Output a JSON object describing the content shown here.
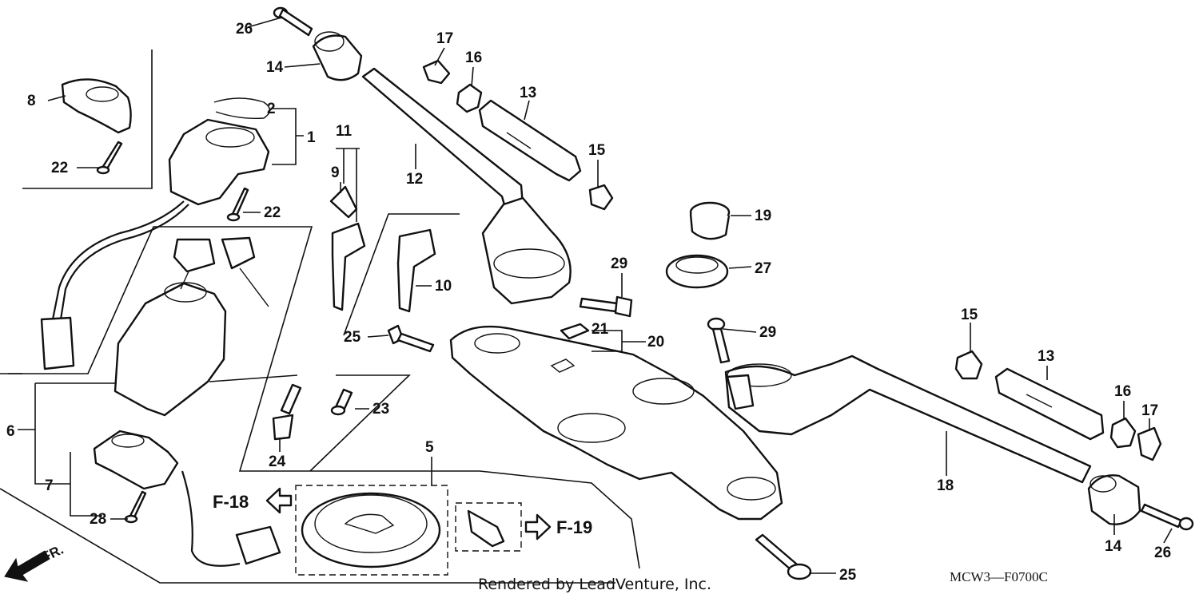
{
  "callouts": {
    "c1": "1",
    "c2": "2",
    "c5": "5",
    "c6": "6",
    "c7": "7",
    "c8": "8",
    "c9": "9",
    "c10": "10",
    "c11": "11",
    "c12": "12",
    "c13a": "13",
    "c13b": "13",
    "c14a": "14",
    "c14b": "14",
    "c15a": "15",
    "c15b": "15",
    "c16a": "16",
    "c16b": "16",
    "c17a": "17",
    "c17b": "17",
    "c18": "18",
    "c19": "19",
    "c20": "20",
    "c21": "21",
    "c22a": "22",
    "c22b": "22",
    "c23": "23",
    "c24": "24",
    "c25a": "25",
    "c25b": "25",
    "c26a": "26",
    "c26b": "26",
    "c27": "27",
    "c28": "28",
    "c29a": "29",
    "c29b": "29"
  },
  "references": {
    "f18": "F-18",
    "f19": "F-19"
  },
  "direction": {
    "front": "FR."
  },
  "footer": {
    "credit": "Rendered by LeadVenture, Inc.",
    "diagram_code": "MCW3—F0700C"
  }
}
